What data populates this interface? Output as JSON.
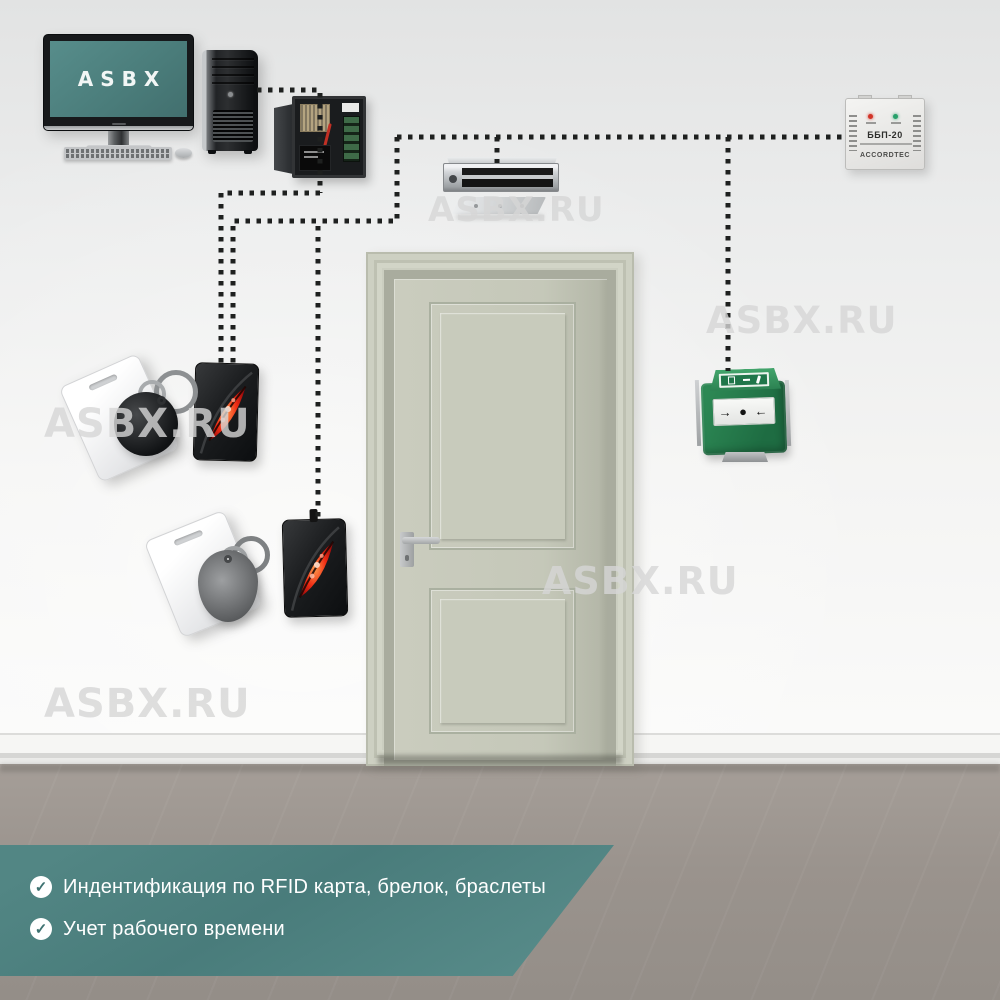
{
  "watermark_text": "ASBX.RU",
  "monitor": {
    "screen_text": "ASBX"
  },
  "psu": {
    "model": "ББП-20",
    "brand": "ACCORDTEC"
  },
  "exit_button": {
    "symbols": "→ ● ←"
  },
  "banner": {
    "check_glyph": "✓",
    "items": [
      {
        "text": "Индентификация по RFID карта, брелок, браслеты"
      },
      {
        "text": "Учет рабочего времени"
      }
    ]
  },
  "colors": {
    "accent_teal": "#4d807e",
    "banner_teal_start": "#528684",
    "banner_teal_end": "#5a8e8c",
    "wire_black": "#1e201f",
    "door_sage": "#c6c9ba",
    "floor_gray": "#9a938d",
    "reader_led_red": "#ef2c14",
    "exit_button_green": "#27804e"
  },
  "diagram": {
    "components": [
      "desktop-computer",
      "system-unit",
      "access-controller",
      "electromagnetic-lock",
      "power-supply-unit",
      "exit-button",
      "rfid-reader-1",
      "rfid-reader-2",
      "rfid-card-1",
      "key-fob-1",
      "rfid-card-2",
      "key-fob-2",
      "door"
    ],
    "connections": [
      {
        "from": "system-unit",
        "to": "access-controller",
        "style": "dotted"
      },
      {
        "from": "access-controller",
        "to": "rfid-reader-1",
        "style": "dotted"
      },
      {
        "from": "access-controller",
        "to": "rfid-reader-2",
        "style": "dotted"
      },
      {
        "from": "access-controller",
        "to": "electromagnetic-lock",
        "style": "dotted"
      },
      {
        "from": "access-controller",
        "to": "exit-button",
        "style": "dotted"
      },
      {
        "from": "access-controller",
        "to": "power-supply-unit",
        "style": "dotted"
      }
    ]
  }
}
